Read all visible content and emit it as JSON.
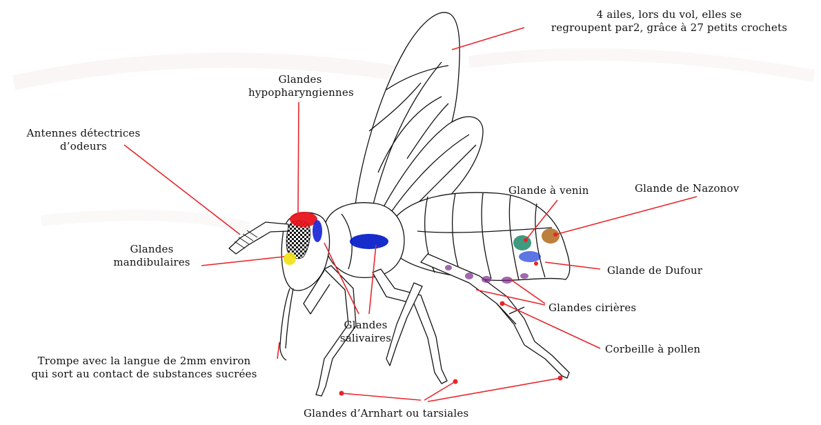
{
  "labels": {
    "wings": [
      "4 ailes, lors du vol, elles se",
      "regroupent par2, grâce à 27 petits crochets"
    ],
    "hypopharyngeal": [
      "Glandes",
      "hypopharyngiennes"
    ],
    "antennae": [
      "Antennes détectrices",
      "d’odeurs"
    ],
    "mandibular": [
      "Glandes",
      "mandibulaires"
    ],
    "venom": "Glande à venin",
    "nasonov": "Glande de Nazonov",
    "dufour": "Glande de Dufour",
    "wax": "Glandes cirières",
    "pollen": "Corbeille à pollen",
    "salivary": [
      "Glandes",
      "salivaires"
    ],
    "proboscis": [
      "Trompe avec la langue de 2mm environ",
      "qui sort au contact de substances sucrées"
    ],
    "arnhart": "Glandes d’Arnhart ou tarsiales"
  },
  "colors": {
    "leader_line": "#e8242a",
    "hypopharyngeal_gland": "#e8141c",
    "eye": "#1f2ad8",
    "mandibular_gland": "#f2e21a",
    "salivary_gland": "#0a22c8",
    "venom_gland": "#1d8a6a",
    "nasonov_gland": "#b06a1a",
    "dufour_gland": "#1a3ad8",
    "wax_gland": "#7a2a8a"
  }
}
